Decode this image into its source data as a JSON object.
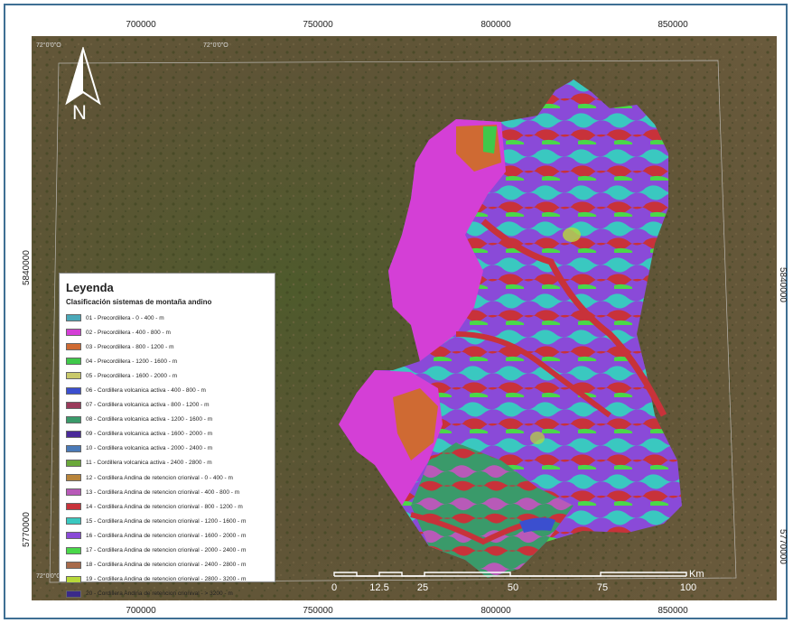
{
  "axes": {
    "top_ticks": [
      "700000",
      "750000",
      "800000",
      "850000"
    ],
    "bottom_ticks": [
      "700000",
      "750000",
      "800000",
      "850000"
    ],
    "left_ticks": [
      "5840000",
      "5770000"
    ],
    "right_ticks": [
      "5840000",
      "5770000"
    ]
  },
  "north_arrow": {
    "letter": "N",
    "icon": "north-arrow-icon"
  },
  "legend": {
    "title": "Leyenda",
    "subtitle": "Clasificación sistemas de montaña andino",
    "items": [
      {
        "label": "01 - Precordillera - 0 - 400 - m",
        "color": "#4aa8b8"
      },
      {
        "label": "02 - Precordillera - 400 - 800 - m",
        "color": "#d43fd6"
      },
      {
        "label": "03 - Precordillera - 800 - 1200 - m",
        "color": "#cf6a33"
      },
      {
        "label": "04 - Precordillera - 1200 - 1600 - m",
        "color": "#3fc94a"
      },
      {
        "label": "05 - Precordillera - 1600 - 2000 - m",
        "color": "#c9c96a"
      },
      {
        "label": "06 - Cordillera volcanica activa - 400 - 800 - m",
        "color": "#3b4fcf"
      },
      {
        "label": "07 - Cordillera volcanica activa - 800 - 1200 - m",
        "color": "#9a3a5a"
      },
      {
        "label": "08 - Cordillera volcanica activa - 1200 - 1600 - m",
        "color": "#3a9a6a"
      },
      {
        "label": "09 - Cordillera volcanica activa - 1600 - 2000 - m",
        "color": "#4a2a9a"
      },
      {
        "label": "10 - Cordillera volcanica activa - 2000 - 2400 - m",
        "color": "#4a7ab8"
      },
      {
        "label": "11 - Cordillera volcanica activa - 2400 - 2800 - m",
        "color": "#6aa83a"
      },
      {
        "label": "12 - Cordillera Andina de retencion crionival - 0 - 400 - m",
        "color": "#b8843a"
      },
      {
        "label": "13 - Cordillera Andina de retencion crionival - 400 - 800 - m",
        "color": "#b85ab8"
      },
      {
        "label": "14 - Cordillera Andina de retencion crionival - 800 - 1200 - m",
        "color": "#c8323a"
      },
      {
        "label": "15 - Cordillera Andina de retencion crionival - 1200 - 1600 - m",
        "color": "#3ac8c0"
      },
      {
        "label": "16 - Cordillera Andina de retencion crionival - 1600 - 2000 - m",
        "color": "#8a4ad8"
      },
      {
        "label": "17 - Cordillera Andina de retencion crionival - 2000 - 2400 - m",
        "color": "#4ad84a"
      },
      {
        "label": "18 - Cordillera Andina de retencion crionival - 2400 - 2800 - m",
        "color": "#a86a4a"
      },
      {
        "label": "19 - Cordillera Andina de retencion crionival - 2800 - 3200 - m",
        "color": "#b8d83a"
      },
      {
        "label": "20 - Cordillera Andina de retencion crionival - > 3200 - m",
        "color": "#3a2a8a"
      }
    ]
  },
  "scale": {
    "unit": "Km",
    "labels": [
      "0",
      "12.5",
      "25",
      "50",
      "75",
      "100"
    ]
  },
  "colors": {
    "frame": "#3f6f93",
    "background_terrain": "#5e5436"
  }
}
